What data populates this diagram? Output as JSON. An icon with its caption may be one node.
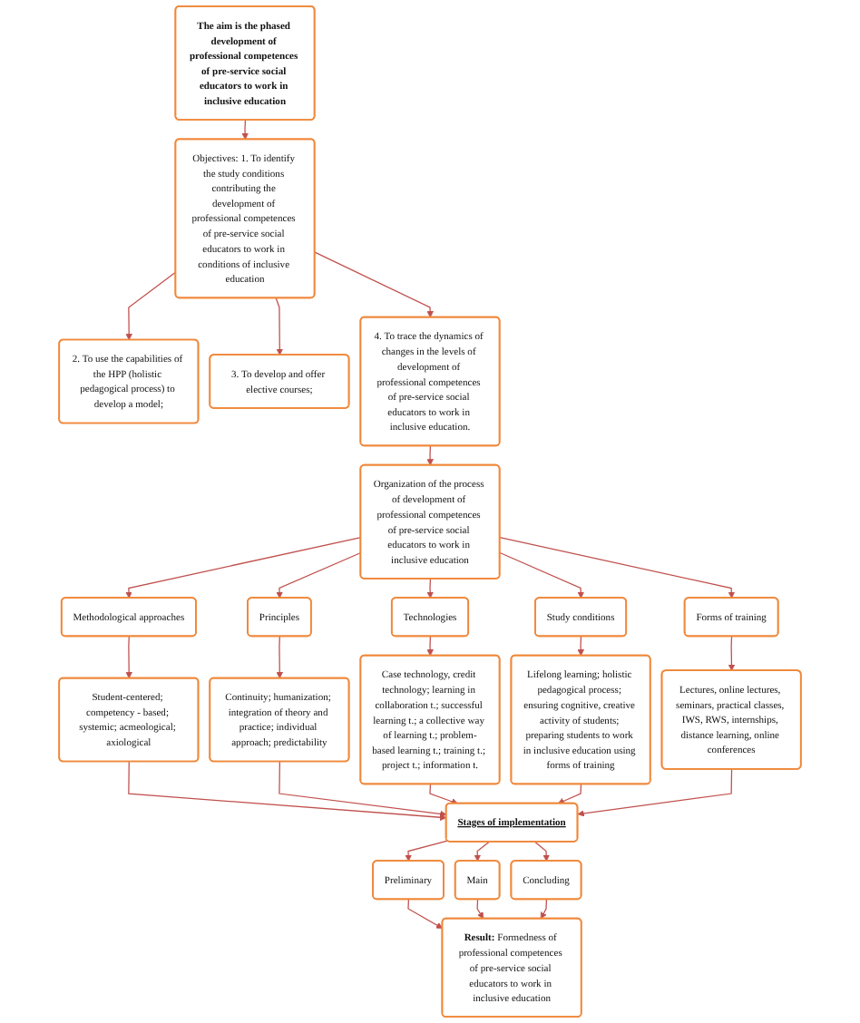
{
  "diagram": {
    "nodes": [
      {
        "text": [
          "The aim is the phased development of professional competences of pre-service social educators to work in inclusive education"
        ]
      },
      {
        "text": [
          "Objectives: 1. To identify the study conditions contributing the development of professional competences of pre-service social educators to work in conditions of inclusive education"
        ]
      },
      {
        "text": [
          "2. To use the capabilities of the HPP (holistic pedagogical process) to develop a model;"
        ]
      },
      {
        "text": [
          "3. To develop and offer elective courses;"
        ]
      },
      {
        "text": [
          "4. To trace the dynamics of changes in the levels of development of professional competences of pre-service social educators to work in inclusive education."
        ]
      },
      {
        "text": [
          "Organization of the process of development of professional competences of pre-service social educators to work in inclusive education"
        ]
      },
      {
        "text": [
          "Methodological approaches"
        ]
      },
      {
        "text": [
          "Principles"
        ]
      },
      {
        "text": [
          "Technologies"
        ]
      },
      {
        "text": [
          "Study conditions"
        ]
      },
      {
        "text": [
          "Forms of training"
        ]
      },
      {
        "text": [
          "Student-centered; competency - based; systemic; acmeological; axiological"
        ]
      },
      {
        "text": [
          "Continuity; humanization; integration of theory and practice; individual approach; predictability"
        ]
      },
      {
        "text": [
          "Case technology, credit technology; learning in collaboration t.; successful learning t.; a collective way of learning t.; problem-based learning t.; training t.; project t.; information t."
        ]
      },
      {
        "text": [
          "Lifelong learning; holistic pedagogical process; ensuring cognitive, creative activity of students; preparing students to work in inclusive education using forms of training"
        ]
      },
      {
        "text": [
          "Lectures, online lectures, seminars, practical classes, IWS, RWS, internships, distance learning, online conferences"
        ]
      },
      {
        "text": [
          "Stages of implementation"
        ]
      },
      {
        "text": [
          "Preliminary"
        ]
      },
      {
        "text": [
          "Main"
        ]
      },
      {
        "text": [
          "Concluding"
        ]
      },
      {
        "text": [
          "**Result:** Formedness of professional competences of pre-service social educators to work in inclusive education"
        ]
      }
    ],
    "edges": [
      {
        "from": 0,
        "to": 1,
        "arrow": "to"
      },
      {
        "from": 1,
        "to": 2,
        "arrow": "to"
      },
      {
        "from": 1,
        "to": 3,
        "arrow": "to"
      },
      {
        "from": 1,
        "to": 4,
        "arrow": "to"
      },
      {
        "from": 4,
        "to": 5,
        "arrow": "to"
      },
      {
        "from": 5,
        "to": 6,
        "arrow": "to"
      },
      {
        "from": 5,
        "to": 7,
        "arrow": "to"
      },
      {
        "from": 5,
        "to": 8,
        "arrow": "to"
      },
      {
        "from": 5,
        "to": 9,
        "arrow": "to"
      },
      {
        "from": 5,
        "to": 10,
        "arrow": "to"
      },
      {
        "from": 6,
        "to": 11,
        "arrow": "to"
      },
      {
        "from": 7,
        "to": 12,
        "arrow": "to"
      },
      {
        "from": 8,
        "to": 13,
        "arrow": "to"
      },
      {
        "from": 9,
        "to": 14,
        "arrow": "to"
      },
      {
        "from": 10,
        "to": 15,
        "arrow": "to"
      },
      {
        "from": 11,
        "to": 16,
        "arrow": "to"
      },
      {
        "from": 12,
        "to": 16,
        "arrow": "to"
      },
      {
        "from": 13,
        "to": 16,
        "arrow": "to"
      },
      {
        "from": 14,
        "to": 16,
        "arrow": "to"
      },
      {
        "from": 15,
        "to": 16,
        "arrow": "to"
      },
      {
        "from": 16,
        "to": 17,
        "arrow": "to"
      },
      {
        "from": 16,
        "to": 18,
        "arrow": "to"
      },
      {
        "from": 16,
        "to": 19,
        "arrow": "to"
      },
      {
        "from": 17,
        "to": 20,
        "arrow": "to"
      },
      {
        "from": 18,
        "to": 20,
        "arrow": "to"
      },
      {
        "from": 19,
        "to": 20,
        "arrow": "to"
      }
    ]
  }
}
